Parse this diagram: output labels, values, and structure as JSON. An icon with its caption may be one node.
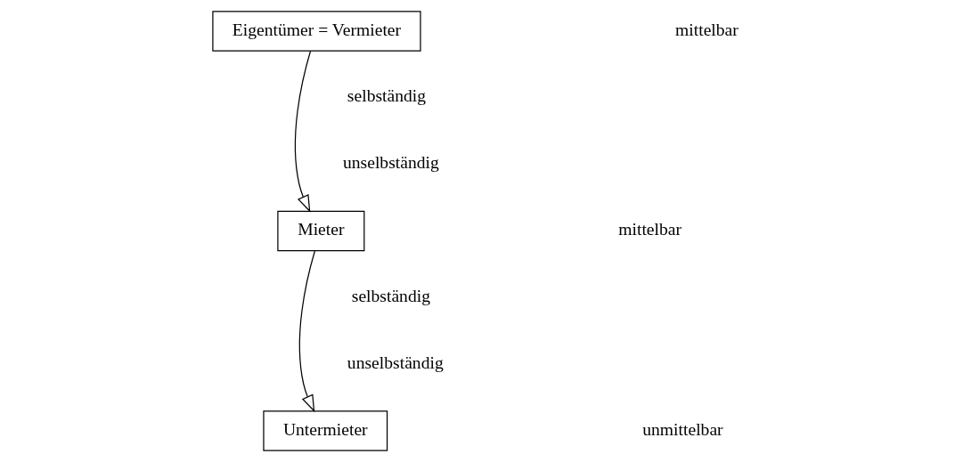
{
  "diagram": {
    "nodes": [
      {
        "text": [
          "Eigentümer = Vermieter"
        ]
      },
      {
        "text": [
          "Mieter"
        ]
      },
      {
        "text": [
          "Untermieter"
        ]
      }
    ],
    "edges": [
      {
        "from": 0,
        "to": 1,
        "arrow": "to"
      },
      {
        "from": 1,
        "to": 2,
        "arrow": "to"
      }
    ],
    "labels": [
      "mittelbar",
      "selbständig",
      "unselbständig",
      "mittelbar",
      "selbständig",
      "unselbständig",
      "unmittelbar"
    ]
  }
}
